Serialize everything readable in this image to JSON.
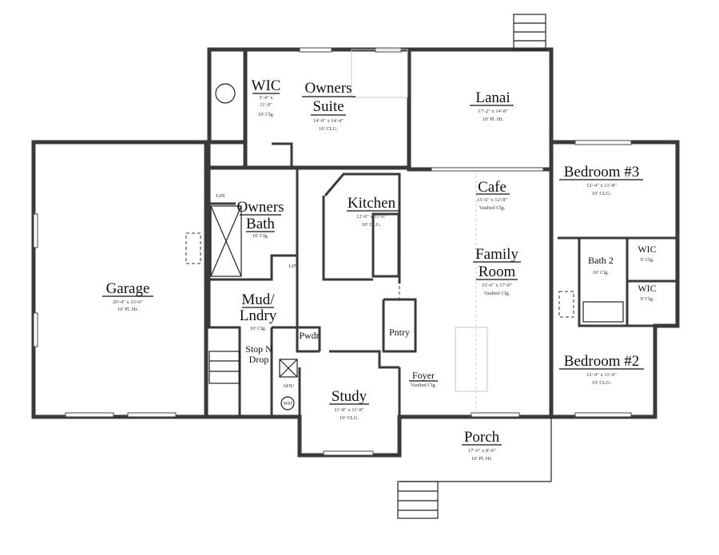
{
  "plan": {
    "rooms": {
      "garage": {
        "name": "Garage",
        "dims": "20'-4\" x 33'-0\"",
        "ceiling": "10' Pl. Ht."
      },
      "wic_owner": {
        "name": "WIC",
        "dims1": "5'-4\" x",
        "dims2": "11'-0\"",
        "ceiling": "10' Clg."
      },
      "owners_suite": {
        "name1": "Owners",
        "name2": "Suite",
        "dims": "14'-0\" x 14'-4\"",
        "ceiling": "10' CLG."
      },
      "lanai": {
        "name": "Lanai",
        "dims": "17'-2\" x 14'-8\"",
        "ceiling": "10' Pl. Ht."
      },
      "bedroom3": {
        "name": "Bedroom #3",
        "dims": "12'-4\" x 11'-8\"",
        "ceiling": "10' CLG."
      },
      "cafe": {
        "name": "Cafe",
        "dims": "15'-6\" x 12'-8\"",
        "ceiling": "Vaulted Clg."
      },
      "kitchen": {
        "name": "Kitchen",
        "dims": "12'-0\" x 11'-6\"",
        "ceiling": "10' CLG."
      },
      "owners_bath": {
        "name1": "Owners",
        "name2": "Bath",
        "ceiling": "10' Clg."
      },
      "lin1": {
        "name": "LIN"
      },
      "lin2": {
        "name": "LIN"
      },
      "family_room": {
        "name1": "Family",
        "name2": "Room",
        "dims": "15'-6\" x 17'-0\"",
        "ceiling": "Vaulted Clg."
      },
      "bath2": {
        "name": "Bath 2",
        "ceiling": "10' Clg."
      },
      "wic_a": {
        "name": "WIC",
        "ceiling": "9' Clg."
      },
      "wic_b": {
        "name": "WIC",
        "ceiling": "9' Clg."
      },
      "mud_lndry": {
        "name1": "Mud/",
        "name2": "Lndry",
        "ceiling": "10' Clg."
      },
      "pwdr": {
        "name": "Pwdr"
      },
      "pntry": {
        "name": "Pntry"
      },
      "stop_n_drop": {
        "name1": "Stop N",
        "name2": "Drop"
      },
      "ahu": {
        "name": "AHU"
      },
      "wh": {
        "name": "WH"
      },
      "foyer": {
        "name": "Foyer",
        "ceiling": "Vaulted Clg."
      },
      "study": {
        "name": "Study",
        "dims": "11'-8\" x 11'-8\"",
        "ceiling": "10' CLG."
      },
      "bedroom2": {
        "name": "Bedroom #2",
        "dims": "12'-4\" x 11'-0\"",
        "ceiling": "10' CLG."
      },
      "porch": {
        "name": "Porch",
        "dims": "17'-6\" x 8'-0\"",
        "ceiling": "10' Pl. Ht."
      }
    },
    "colors": {
      "wall": "#3a3a3a",
      "background": "#ffffff"
    }
  }
}
